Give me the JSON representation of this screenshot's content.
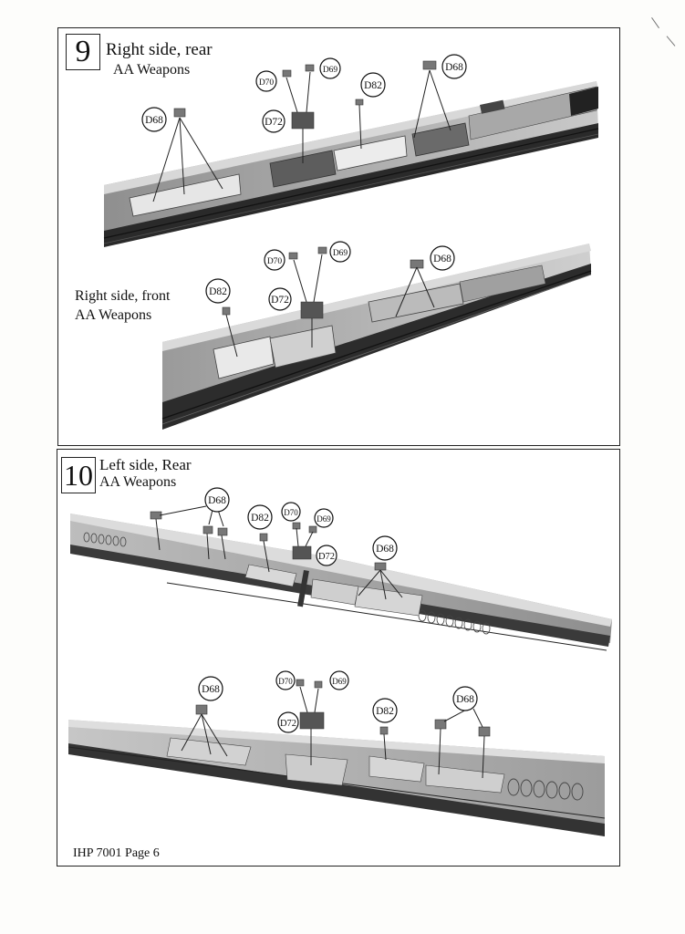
{
  "footer": {
    "text": "IHP 7001 Page 6"
  },
  "step9": {
    "number": "9",
    "title": "Right side, rear",
    "subtitle": "AA Weapons",
    "section2_title": "Right side, front",
    "section2_subtitle": "AA Weapons",
    "callouts_top": {
      "d68a": "D68",
      "d70": "D70",
      "d69": "D69",
      "d82": "D82",
      "d68b": "D68",
      "d72": "D72"
    },
    "callouts_bottom": {
      "d70": "D70",
      "d69": "D69",
      "d68": "D68",
      "d82": "D82",
      "d72": "D72"
    }
  },
  "step10": {
    "number": "10",
    "title": "Left side, Rear",
    "subtitle": "AA Weapons",
    "callouts_top": {
      "d68a": "D68",
      "d82": "D82",
      "d70": "D70",
      "d69": "D69",
      "d72": "D72",
      "d68b": "D68"
    },
    "callouts_bottom": {
      "d68a": "D68",
      "d70": "D70",
      "d69": "D69",
      "d72": "D72",
      "d82": "D82",
      "d68b": "D68"
    }
  }
}
